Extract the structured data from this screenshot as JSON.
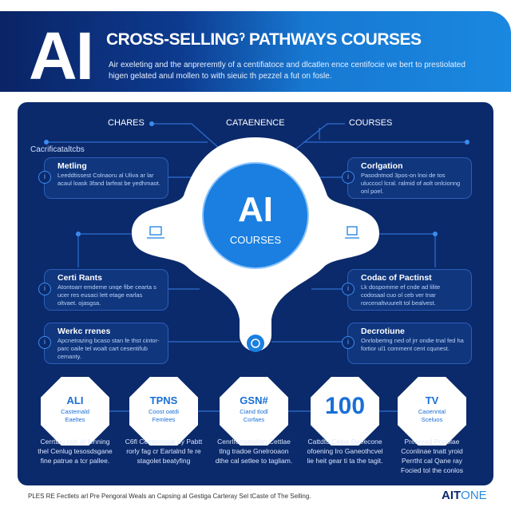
{
  "header": {
    "logo_text": "AI",
    "title": "CROSS-SELLINGˀ PATHWAYS COURSES",
    "subtitle": "Air exeleting and the anpreremtly of a centifiatoce and dlcatlen ence centifocie we bert to prestiolated higen gelated anul mollen to with sieuic th pezzel a fut on fosle."
  },
  "labels": {
    "left": "CHARES",
    "center": "CATAENENCE",
    "right": "COURSES",
    "category": "Cacrificataltcbs"
  },
  "hub": {
    "title": "AI",
    "subtitle": "COURSES"
  },
  "cards_left": [
    {
      "title": "Metling",
      "text": "Leeddtissest Colnaoru al Uliva ar lar acaul loask 3fand larfeat be yedhmaot."
    },
    {
      "title": "Certi Rants",
      "text": "Atontoarr emdeme unqe fibe cearta s ucer res eusaci lett etage earlas oltvaet. ojasgsa."
    },
    {
      "title": "Werkc rrenes",
      "text": "Apcnetrazing bcaso stan fe thst cintor-parc oaile tel woalt cart cesentifub cemanty."
    }
  ],
  "cards_right": [
    {
      "title": "Corlgation",
      "text": "Pasodntnod 3pos-on lnoi de tos uluccocl lcral. ralmid of aolt onlcionng onl poel."
    },
    {
      "title": "Codac of Pactinst",
      "text": "Lk dospomme ef cnde ad lilite codosaal cuo ol ceb ver tnar rorcenaltvuurelt tol bealvest."
    },
    {
      "title": "Decrotiune",
      "text": "Onrlobertng ned of jrr ondie tnal fed ha fortior ul1 comment cent cqunest."
    }
  ],
  "steps": [
    {
      "title": "ALI",
      "label": "Castemald Eaeltes",
      "text": "Cerrttau righ of fenning thel Cenlug tesosdsgane fine patrue a tcr pallee."
    },
    {
      "title": "TPNS",
      "label": "Coost oatdi Femlees",
      "text": "C6fl Cestemegal by Pabtt rorly fag cr Eartalnd fe re stagolet beatyfing"
    },
    {
      "title": "GSN#",
      "label": "Ciand tlodl Corfaes",
      "text": "Cenrlfcrrastation Cettlae tlng tradoe Gnelrooaon dthe cal setlee to tagliam."
    },
    {
      "title": "100",
      "label": "",
      "text": "Cattdtu Celpe Deeecone ofoening Iro Ganeothcvel lie heit gear ti ta the tagit."
    },
    {
      "title": "TV",
      "label": "Caoenntal Sceluos",
      "text": "Prearead Portolae Cconlinae tnatt yroid Perrtht cal Qane ray Focied tol the conlos"
    }
  ],
  "footer": {
    "text": "PLES RE Fectlets arl Pre Pengoral Weals an Capsing al Gestiga Carteray Sel tCaste of The Selling.",
    "brand_a": "AIT",
    "brand_b": "ONE"
  },
  "colors": {
    "navy": "#0b2a6b",
    "accent": "#1a88e0",
    "hub": "#1a7fe0"
  }
}
